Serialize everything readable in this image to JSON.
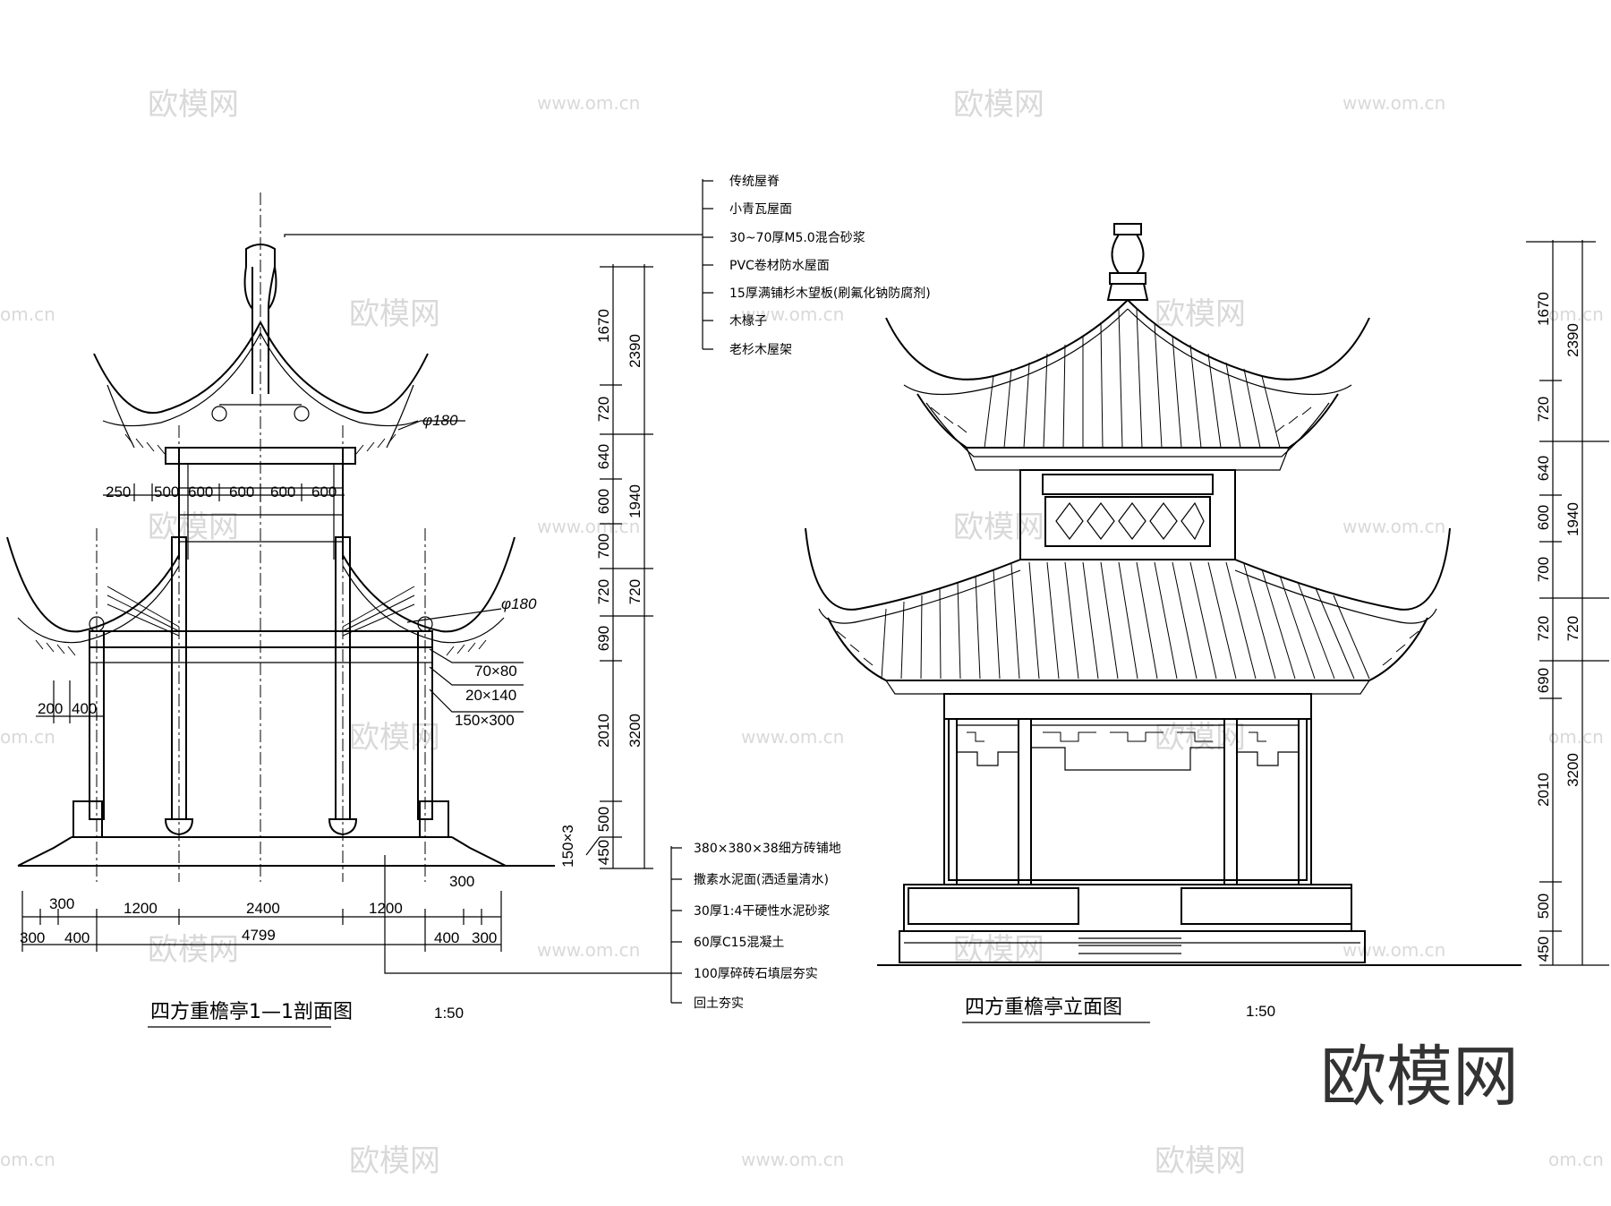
{
  "watermarks": {
    "brand": "欧模网",
    "url": "www.om.cn",
    "url_short": "om.cn"
  },
  "logo": "欧模网",
  "section": {
    "title": "四方重檐亭1—1剖面图",
    "scale": "1:50",
    "dim_top": [
      "250",
      "500",
      "600",
      "600",
      "600",
      "600"
    ],
    "dim_200": "200",
    "dim_400": "400",
    "phi_upper": "φ180",
    "phi_lower": "φ180",
    "members": [
      "70×80",
      "20×140",
      "150×300"
    ],
    "bottom_row1": [
      "300",
      "1200",
      "2400",
      "1200",
      "300"
    ],
    "bottom_row2": [
      "300",
      "400",
      "4799",
      "400",
      "300"
    ],
    "v_inner": [
      "1670",
      "720",
      "640",
      "600",
      "700",
      "720",
      "690",
      "2010",
      "500",
      "450"
    ],
    "v_outer": [
      "2390",
      "1940",
      "720",
      "3200"
    ],
    "step": "150×3"
  },
  "roof_notes": [
    "传统屋脊",
    "小青瓦屋面",
    "30~70厚M5.0混合砂浆",
    "PVC卷材防水屋面",
    "15厚满铺杉木望板(刷氟化钠防腐剂)",
    "木椽子",
    "老杉木屋架"
  ],
  "floor_notes": [
    "380×380×38细方砖铺地",
    "撒素水泥面(洒适量清水)",
    "30厚1:4干硬性水泥砂浆",
    "60厚C15混凝土",
    "100厚碎砖石填层夯实",
    "回土夯实"
  ],
  "elevation": {
    "title": "四方重檐亭立面图",
    "scale": "1:50",
    "v_inner": [
      "1670",
      "720",
      "640",
      "600",
      "700",
      "720",
      "690",
      "2010",
      "500",
      "450"
    ],
    "v_outer": [
      "2390",
      "1940",
      "720",
      "3200"
    ]
  }
}
